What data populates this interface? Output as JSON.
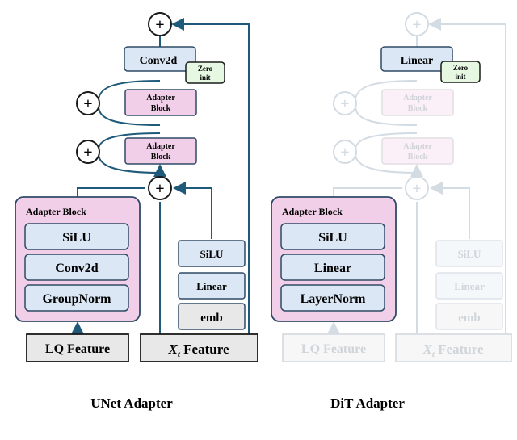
{
  "unet": {
    "caption": "UNet Adapter",
    "conv2d_top": "Conv2d",
    "zero_init_line1": "Zero",
    "zero_init_line2": "init",
    "adapter_block_1_line1": "Adapter",
    "adapter_block_1_line2": "Block",
    "adapter_block_2_line1": "Adapter",
    "adapter_block_2_line2": "Block",
    "big_block_title": "Adapter Block",
    "big_block_items": [
      "SiLU",
      "Conv2d",
      "GroupNorm"
    ],
    "emb_stack": [
      "SiLU",
      "Linear",
      "emb"
    ],
    "lq_feature": "LQ Feature",
    "xt_feature_symbol": "X",
    "xt_feature_subscript": "t",
    "xt_feature_text": " Feature",
    "plus": "+"
  },
  "dit": {
    "caption": "DiT Adapter",
    "linear_top": "Linear",
    "zero_init_line1": "Zero",
    "zero_init_line2": "init",
    "adapter_block_1_line1": "Adapter",
    "adapter_block_1_line2": "Block",
    "adapter_block_2_line1": "Adapter",
    "adapter_block_2_line2": "Block",
    "big_block_title": "Adapter Block",
    "big_block_items": [
      "SiLU",
      "Linear",
      "LayerNorm"
    ],
    "emb_stack": [
      "SiLU",
      "Linear",
      "emb"
    ],
    "lq_feature": "LQ Feature",
    "xt_feature_symbol": "X",
    "xt_feature_subscript": "t",
    "xt_feature_text": " Feature",
    "plus": "+"
  },
  "colors": {
    "blue_fill": "#dbe7f5",
    "blue_stroke": "#2f4a66",
    "pink_fill": "#f2cfe8",
    "green_fill": "#e6f8e2",
    "gray_fill": "#e8e8e8",
    "line": "#1f5a7a",
    "faded": "#c9d3dd"
  }
}
